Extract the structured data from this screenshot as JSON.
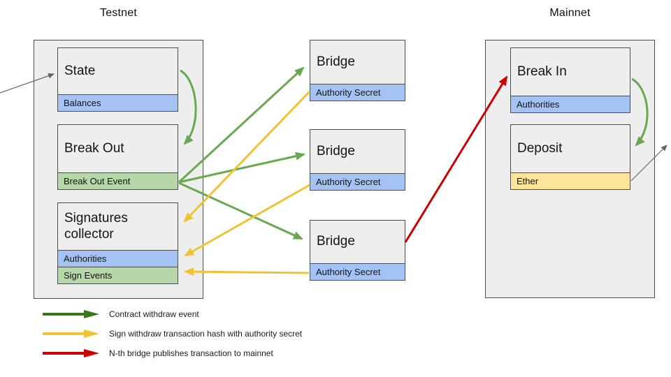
{
  "testnet": {
    "title": "Testnet",
    "state": {
      "title": "State",
      "row": "Balances"
    },
    "break_out": {
      "title": "Break Out",
      "row": "Break Out Event"
    },
    "signatures_collector": {
      "title": "Signatures collector",
      "row_authorities": "Authorities",
      "row_sign_events": "Sign Events"
    }
  },
  "bridges": [
    {
      "title": "Bridge",
      "row": "Authority Secret"
    },
    {
      "title": "Bridge",
      "row": "Authority Secret"
    },
    {
      "title": "Bridge",
      "row": "Authority Secret"
    }
  ],
  "mainnet": {
    "title": "Mainnet",
    "break_in": {
      "title": "Break In",
      "row": "Authorities"
    },
    "deposit": {
      "title": "Deposit",
      "row": "Ether"
    }
  },
  "legend": {
    "items": [
      {
        "label": "Contract withdraw event",
        "color": "#38761d"
      },
      {
        "label": "Sign withdraw transaction hash with authority secret",
        "color": "#f1c232"
      },
      {
        "label": "N-th bridge publishes transaction to mainnet",
        "color": "#cc0000"
      }
    ]
  },
  "colors": {
    "green_arrow": "#6aa84f",
    "yellow_arrow": "#f1c232",
    "red_arrow": "#cc0000",
    "gray_arrow": "#666666",
    "blue_fill": "#a4c2f4",
    "green_fill": "#b6d7a8",
    "yellow_fill": "#ffe599",
    "box_fill": "#eeeeee",
    "border": "#4d4d4d"
  }
}
